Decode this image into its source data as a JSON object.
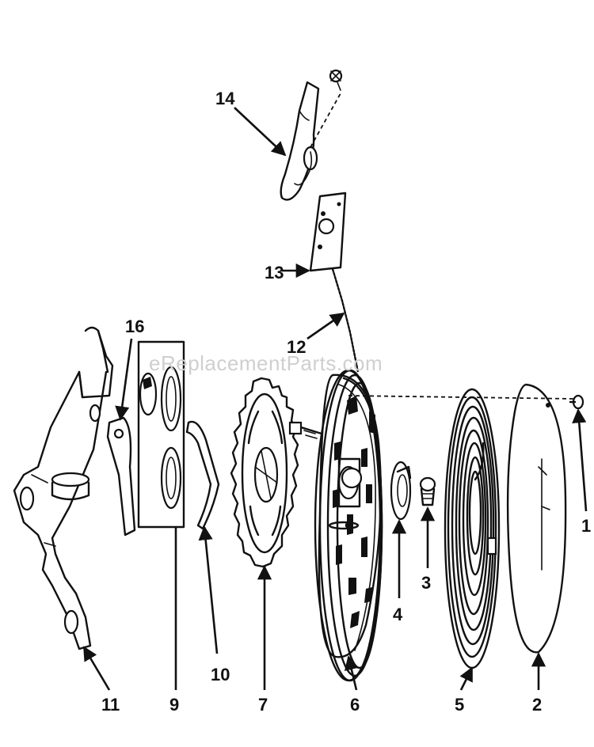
{
  "watermark": "eReplacementParts.com",
  "labels": {
    "p1": "1",
    "p2": "2",
    "p3": "3",
    "p4": "4",
    "p5": "5",
    "p6": "6",
    "p7": "7",
    "p9": "9",
    "p10": "10",
    "p11": "11",
    "p12": "12",
    "p13": "13",
    "p14": "14",
    "p16": "16"
  }
}
